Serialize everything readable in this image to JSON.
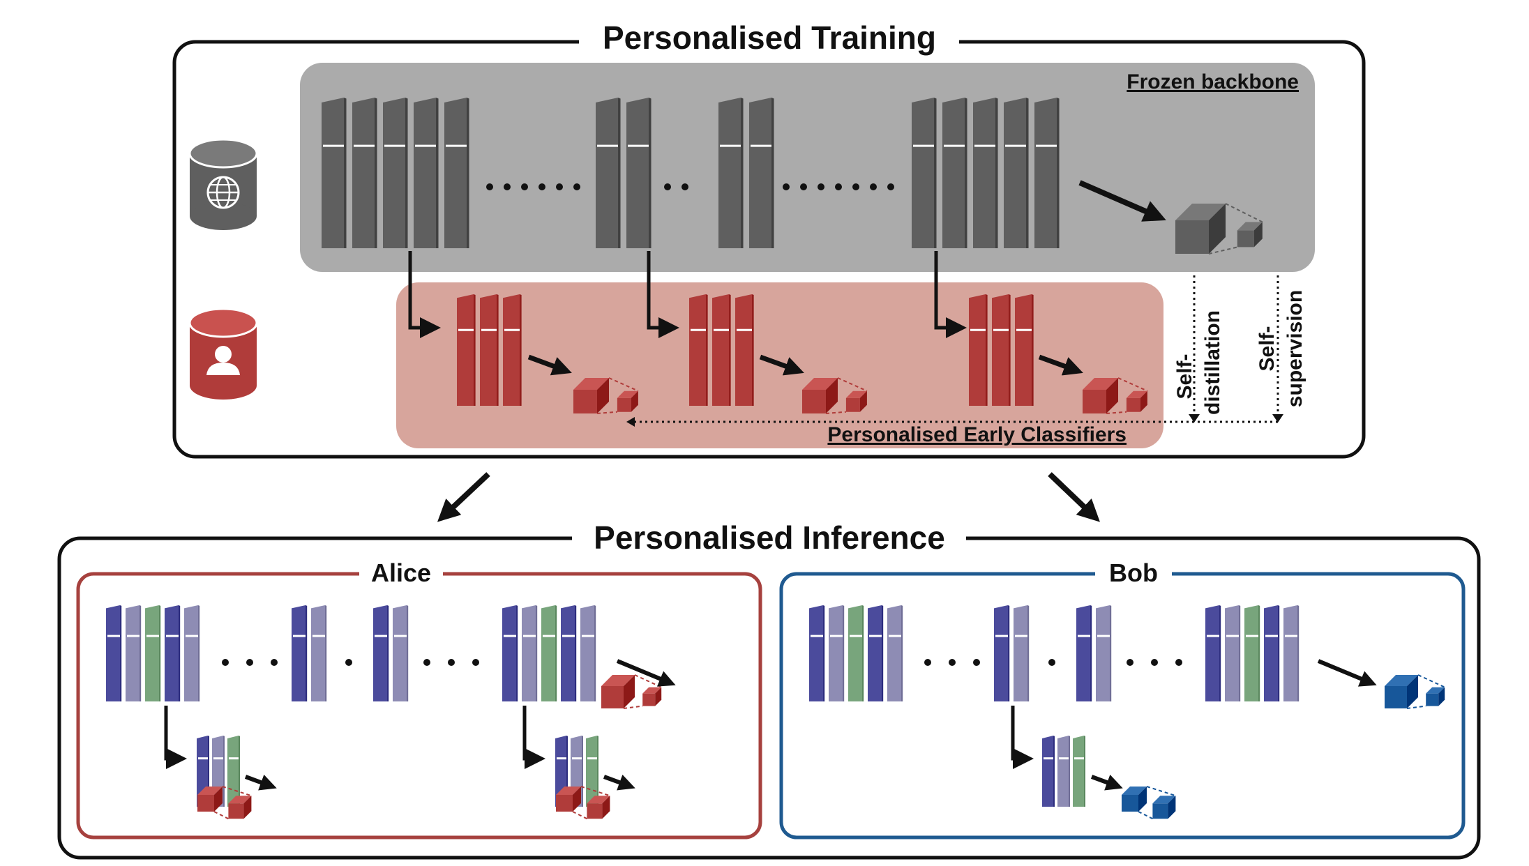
{
  "training": {
    "title": "Personalised Training",
    "frozen_label": "Frozen backbone",
    "early_label": "Personalised Early Classifiers",
    "self_distillation_1": "Self-",
    "self_distillation_2": "distillation",
    "self_supervision_1": "Self-",
    "self_supervision_2": "supervision"
  },
  "inference": {
    "title": "Personalised Inference",
    "alice": "Alice",
    "bob": "Bob"
  },
  "colors": {
    "frame": "#111111",
    "frozen_bg": "#ababab",
    "frozen_block": "#5f5f5f",
    "personal_bg": "#d7a59c",
    "personal_block": "#b03c3a",
    "alice_border": "#a6413e",
    "bob_border": "#1f5a90",
    "layer_blue": "#4b4b9c",
    "layer_lavender": "#8e8cb4",
    "layer_green": "#78a57c",
    "head_red": "#b03c3a",
    "head_blue": "#17579a"
  },
  "icons": [
    "globe-database-icon",
    "user-database-icon"
  ]
}
